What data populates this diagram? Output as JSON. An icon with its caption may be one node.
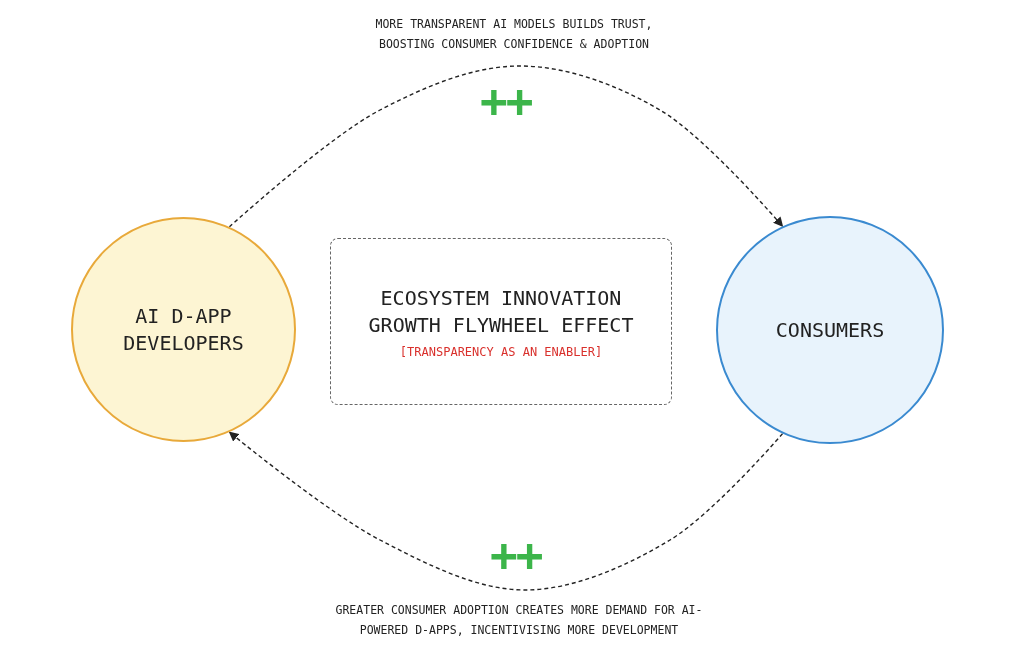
{
  "diagram": {
    "nodes": [
      {
        "text": [
          "AI D-APP DEVELOPERS"
        ]
      },
      {
        "text": [
          "ECOSYSTEM INNOVATION GROWTH FLYWHEEL EFFECT",
          "[TRANSPARENCY AS AN ENABLER]"
        ]
      },
      {
        "text": [
          "CONSUMERS"
        ]
      }
    ],
    "edges": [
      {
        "from": 0,
        "to": 2,
        "arrow": "to",
        "style": "dashed",
        "label": "MORE TRANSPARENT AI MODELS BUILDS TRUST, BOOSTING CONSUMER CONFIDENCE & ADOPTION"
      },
      {
        "from": 2,
        "to": 0,
        "arrow": "to",
        "style": "dashed",
        "label": "GREATER CONSUMER ADOPTION CREATES MORE DEMAND FOR AI-POWERED D-APPS, INCENTIVISING MORE DEVELOPMENT"
      }
    ],
    "labels": [
      "++",
      "++"
    ]
  }
}
